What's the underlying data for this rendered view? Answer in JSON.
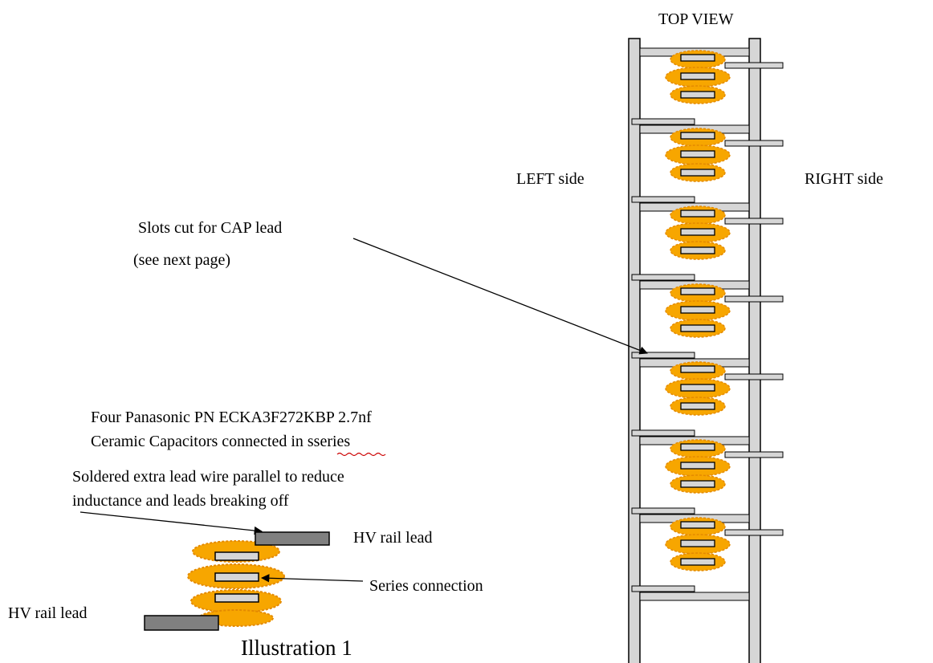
{
  "labels": {
    "top_view": "TOP VIEW",
    "left_side": "LEFT side",
    "right_side": "RIGHT side",
    "slots_line1": "Slots cut for CAP lead",
    "slots_line2": "(see next page)",
    "four_caps_line1": "Four Panasonic PN ECKA3F272KBP 2.7nf",
    "four_caps_line2": "Ceramic Capacitors connected in sseries",
    "soldered_line1": "Soldered extra lead wire parallel to reduce",
    "soldered_line2": "inductance and leads breaking off",
    "hv_rail_lead_right": "HV rail lead",
    "series_connection": "Series connection",
    "hv_rail_lead_left": "HV rail lead",
    "caption": "Illustration 1"
  },
  "colors": {
    "capacitor_body": "#F7A600",
    "capacitor_edge": "#E48A00",
    "plate_fill": "#D6D6D6",
    "plate_stroke": "#000000",
    "rail_lead": "#808080",
    "frame": "#D6D6D6",
    "spellcheck_underline": "#CC0000"
  },
  "stack": {
    "capacitor_count": 7,
    "plates_per_capacitor": 3
  }
}
